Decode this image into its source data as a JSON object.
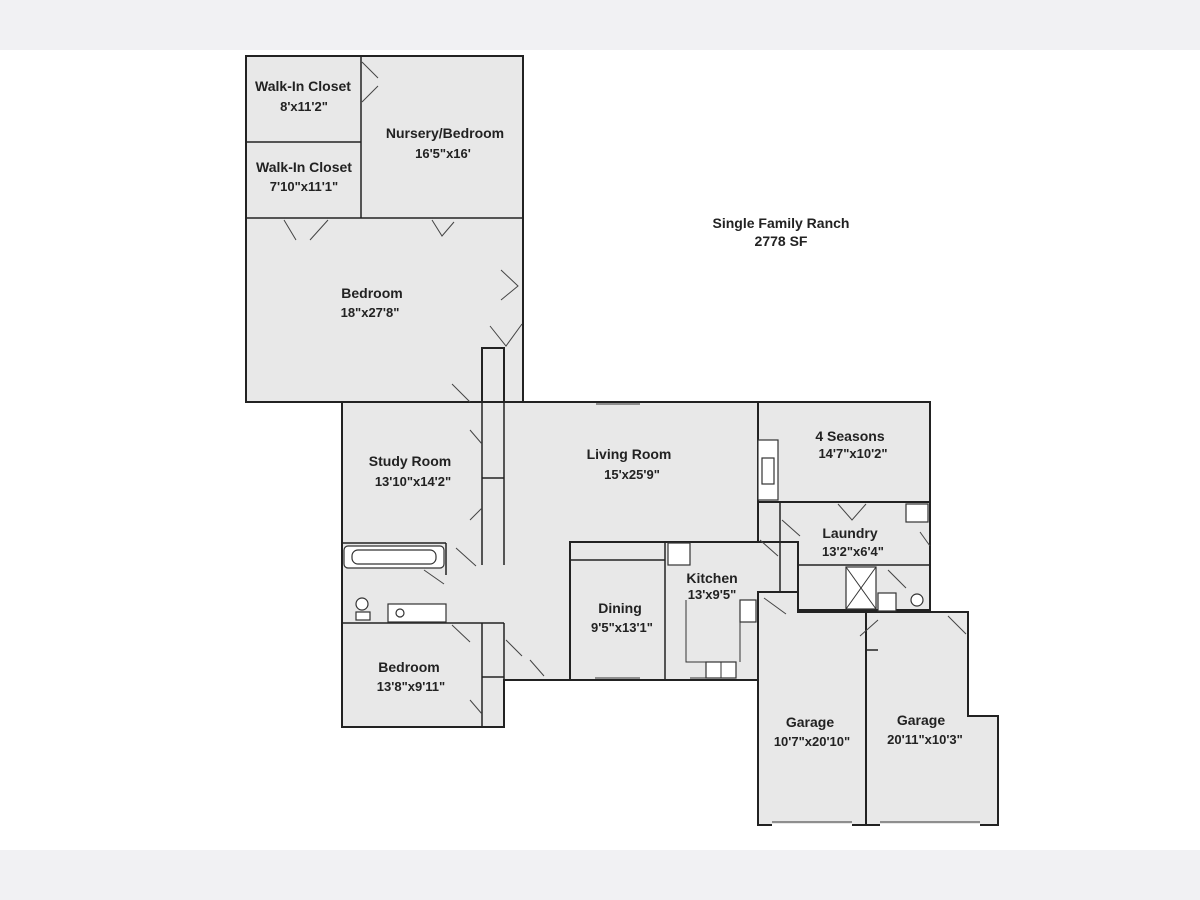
{
  "plan": {
    "title": "Single Family Ranch",
    "area": "2778 SF"
  },
  "rooms": [
    {
      "name": "Walk-In Closet",
      "dims": "8'x11'2\""
    },
    {
      "name": "Walk-In Closet",
      "dims": "7'10\"x11'1\""
    },
    {
      "name": "Nursery/Bedroom",
      "dims": "16'5\"x16'"
    },
    {
      "name": "Bedroom",
      "dims": "18\"x27'8\""
    },
    {
      "name": "Study Room",
      "dims": "13'10\"x14'2\""
    },
    {
      "name": "Living Room",
      "dims": "15'x25'9\""
    },
    {
      "name": "4 Seasons",
      "dims": "14'7\"x10'2\""
    },
    {
      "name": "Laundry",
      "dims": "13'2\"x6'4\""
    },
    {
      "name": "Kitchen",
      "dims": "13'x9'5\""
    },
    {
      "name": "Dining",
      "dims": "9'5\"x13'1\""
    },
    {
      "name": "Bedroom",
      "dims": "13'8\"x9'11\""
    },
    {
      "name": "Garage",
      "dims": "10'7\"x20'10\""
    },
    {
      "name": "Garage",
      "dims": "20'11\"x10'3\""
    }
  ],
  "colors": {
    "floor": "#e8e8e8",
    "wall": "#222222",
    "band": "#f1f1f3"
  }
}
